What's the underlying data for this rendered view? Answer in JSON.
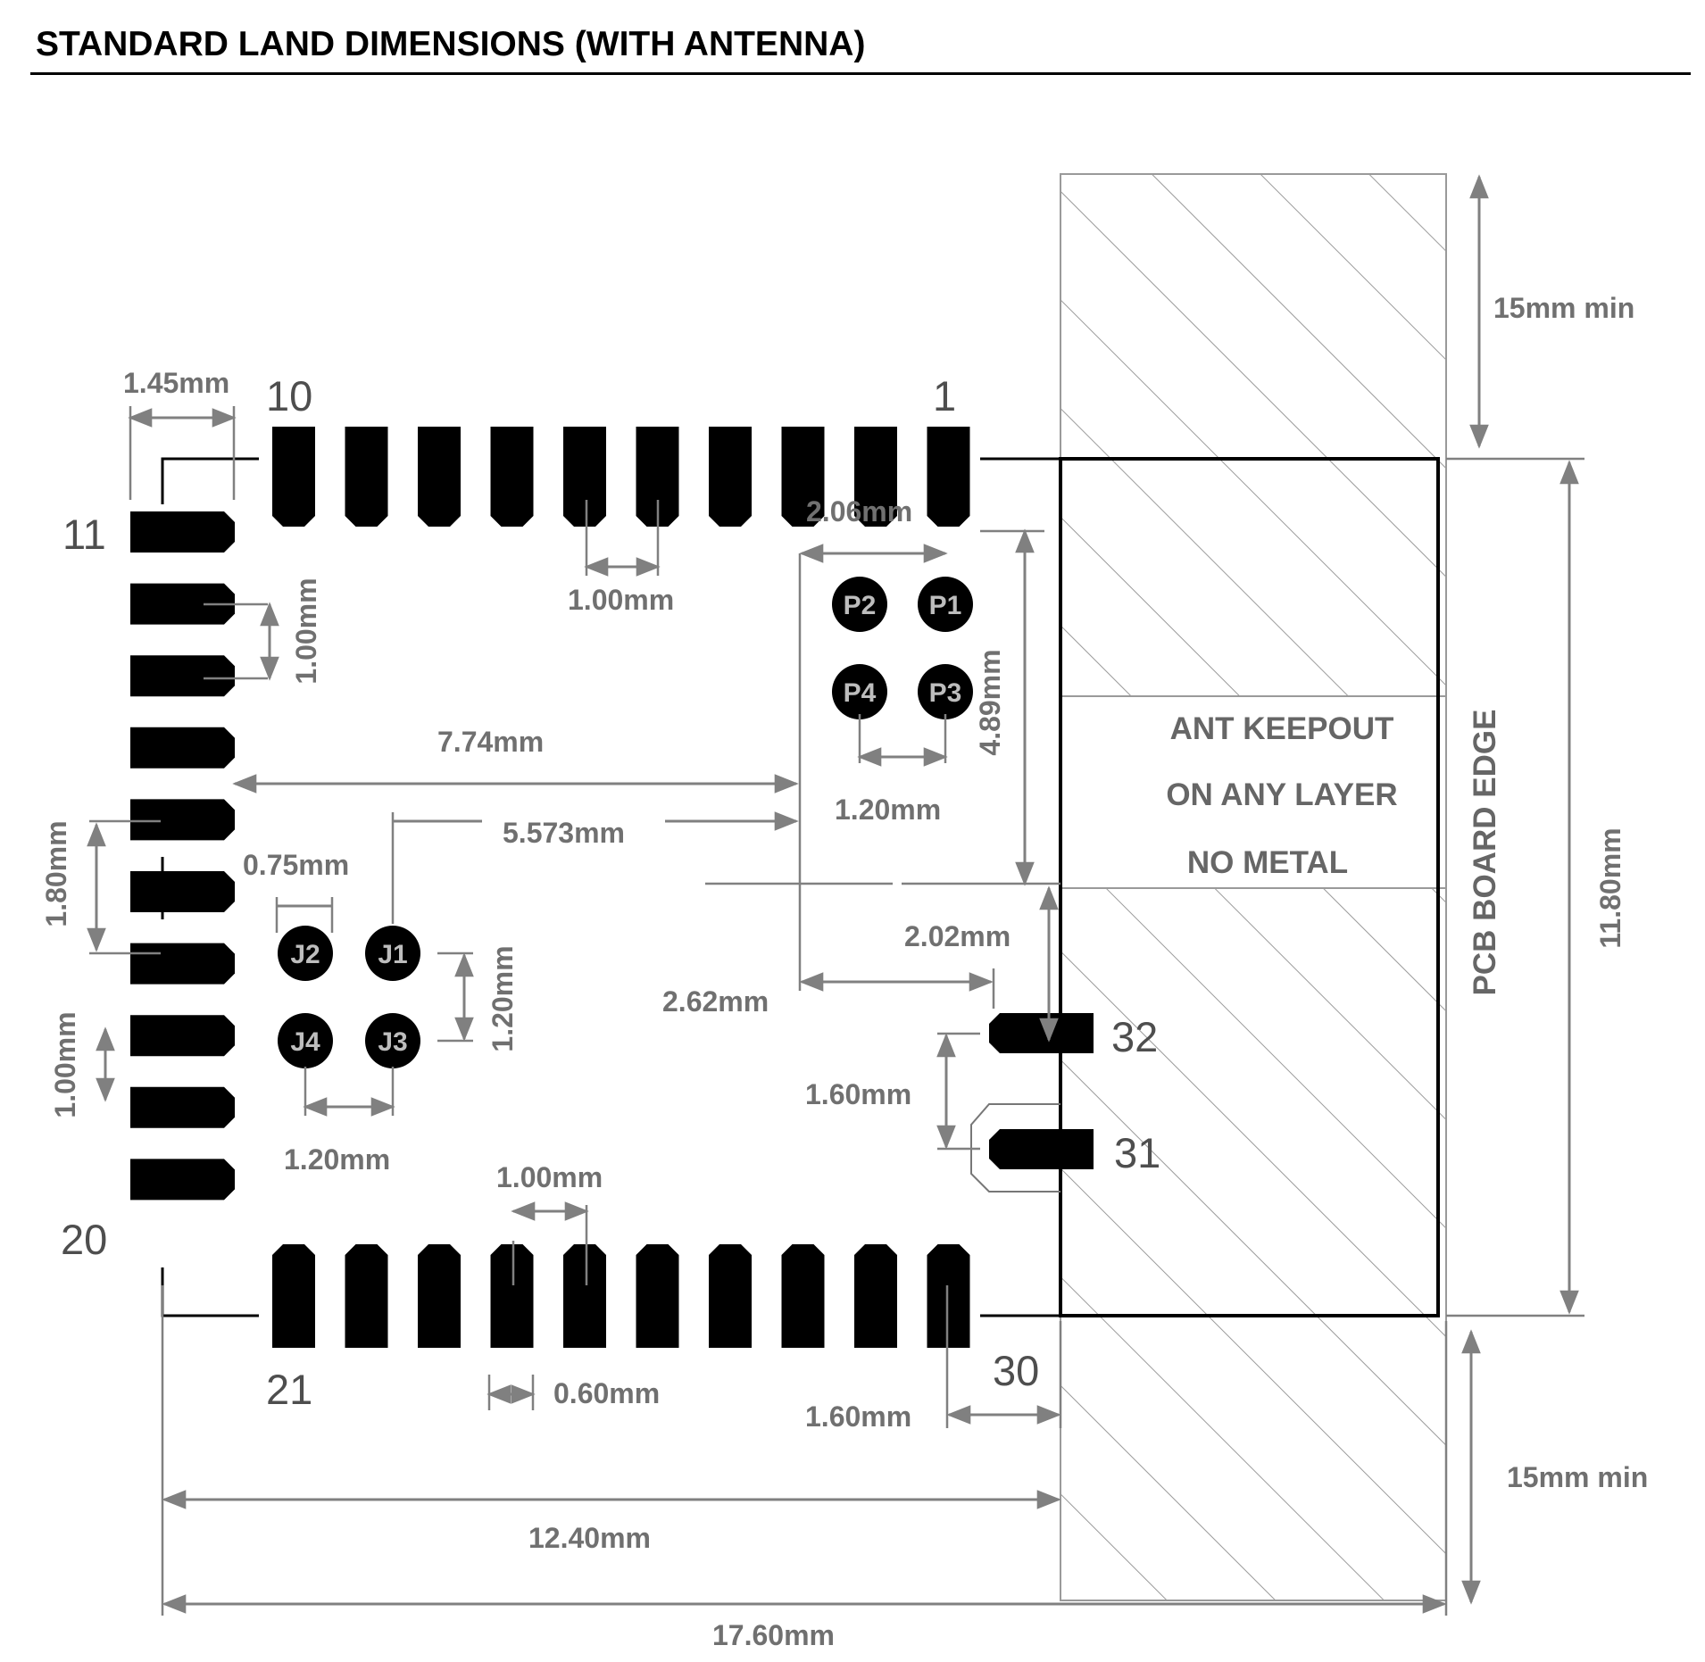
{
  "title": "STANDARD LAND DIMENSIONS (WITH ANTENNA)",
  "pin_labels": {
    "p1": "1",
    "p10": "10",
    "p11": "11",
    "p20": "20",
    "p21": "21",
    "p30": "30",
    "p31": "31",
    "p32": "32"
  },
  "pad_labels": {
    "P1": "P1",
    "P2": "P2",
    "P3": "P3",
    "P4": "P4",
    "J1": "J1",
    "J2": "J2",
    "J3": "J3",
    "J4": "J4"
  },
  "keepout": {
    "line1": "ANT KEEPOUT",
    "line2": "ON ANY LAYER",
    "line3": "NO  METAL"
  },
  "board_edge": "PCB BOARD EDGE",
  "dimensions": {
    "top_margin": "15mm min",
    "bottom_margin": "15mm min",
    "width_keepout": "11.80mm",
    "corner_pad_width": "1.45mm",
    "top_pitch": "1.00mm",
    "top_group_pitch": "2.06mm",
    "top_group_height": "4.89mm",
    "top_group_spacing": "1.20mm",
    "left_pitch": "1.00mm",
    "left_offset": "7.74mm",
    "j_offset": "5.573mm",
    "j_pad_size": "0.75mm",
    "left_gap": "1.80mm",
    "j_vert": "1.20mm",
    "left_pitch2": "1.00mm",
    "j_horiz": "1.20mm",
    "bottom_pitch": "1.00mm",
    "pad_width": "0.60mm",
    "right_pad_offset": "2.02mm",
    "right_group_offset": "2.62mm",
    "right_pitch": "1.60mm",
    "bottom_right_offset": "1.60mm",
    "module_width": "12.40mm",
    "total_width": "17.60mm"
  }
}
